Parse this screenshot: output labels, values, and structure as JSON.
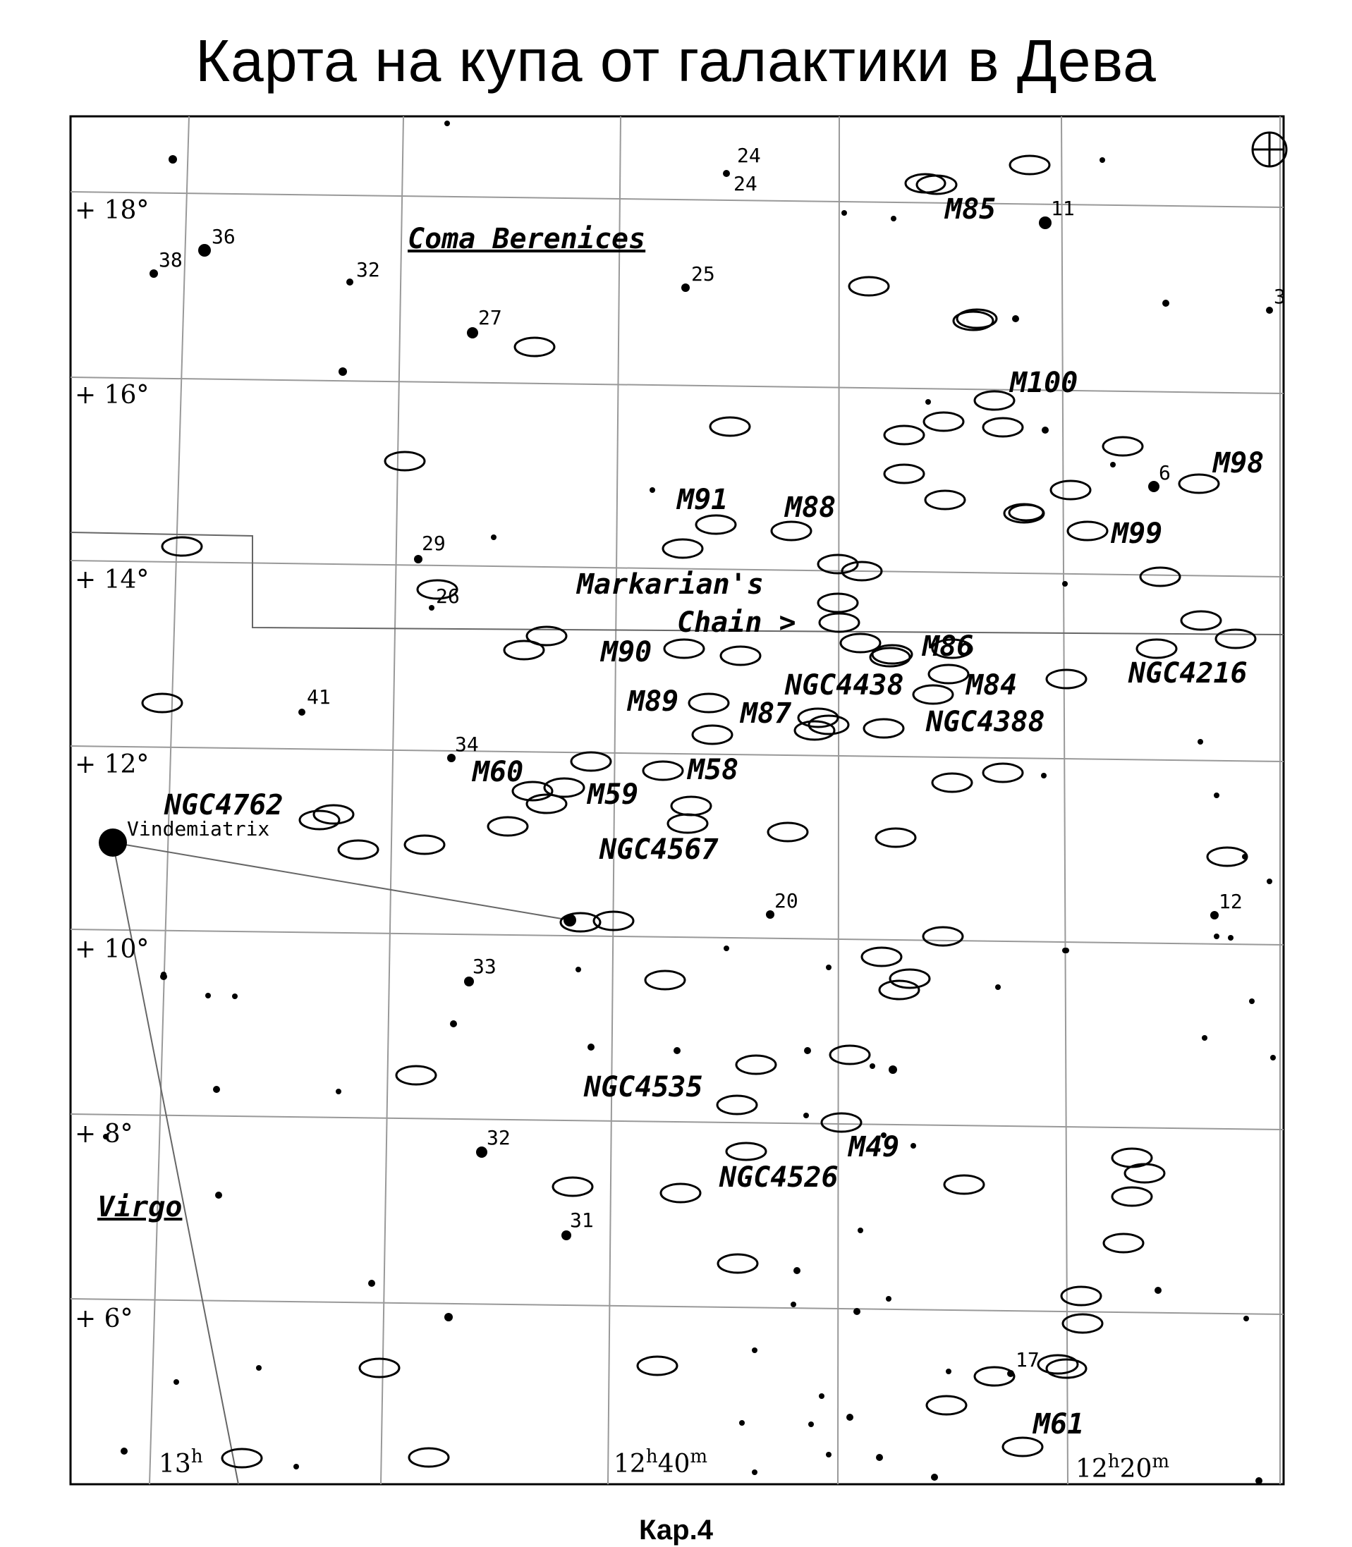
{
  "title": "Карта на купа от галактики в Дева",
  "caption": "Кар.4",
  "constellations": [
    "Coma Berenices",
    "Virgo"
  ],
  "star_name": "Vindemiatrix",
  "declination_labels": [
    "+ 18°",
    "+ 16°",
    "+ 14°",
    "+ 12°",
    "+ 10°",
    "+ 8°",
    "+ 6°"
  ],
  "ra_labels": [
    "13",
    "h",
    "12",
    "h",
    "40",
    "m",
    "12",
    "h",
    "20",
    "m"
  ],
  "object_labels": [
    "M85",
    "M100",
    "M98",
    "M91",
    "M88",
    "M99",
    "Markarian's",
    "Chain >",
    "M90",
    "M86",
    "NGC4216",
    "M89",
    "NGC4438",
    "M84",
    "M87",
    "NGC4388",
    "M60",
    "M58",
    "M59",
    "NGC4762",
    "NGC4567",
    "NGC4535",
    "M49",
    "NGC4526",
    "M61"
  ],
  "star_numbers": [
    "24",
    "24",
    "11",
    "36",
    "38",
    "32",
    "25",
    "27",
    "3",
    "6",
    "29",
    "26",
    "41",
    "34",
    "20",
    "12",
    "33",
    "32",
    "31",
    "17"
  ],
  "colors": {
    "ink": "#000000",
    "grid": "#999999",
    "background": "#ffffff"
  }
}
